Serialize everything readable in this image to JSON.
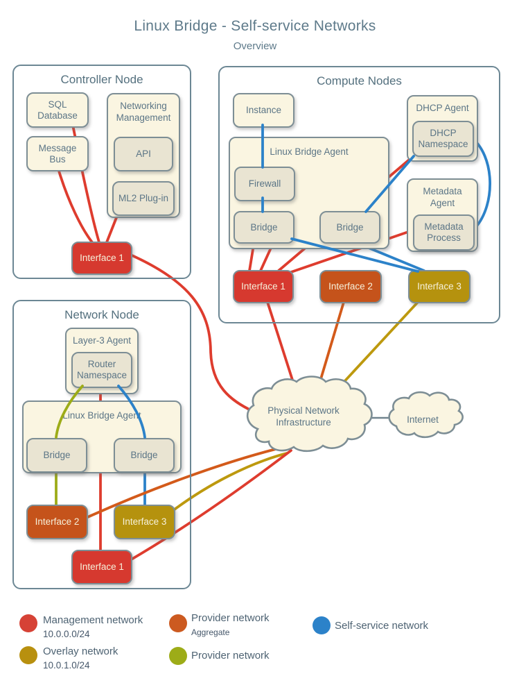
{
  "title": "Linux Bridge - Self-service Networks",
  "subtitle": "Overview",
  "controller": {
    "title": "Controller Node",
    "sql_database": "SQL\nDatabase",
    "message_bus": "Message\nBus",
    "networking_management": "Networking\nManagement",
    "api": "API",
    "ml2_plugin": "ML2 Plug-in",
    "interface1": "Interface 1"
  },
  "compute": {
    "title": "Compute Nodes",
    "instance": "Instance",
    "linux_bridge_agent": "Linux Bridge Agent",
    "firewall": "Firewall",
    "bridge_left": "Bridge",
    "bridge_right": "Bridge",
    "dhcp_agent": "DHCP Agent",
    "dhcp_namespace": "DHCP\nNamespace",
    "metadata_agent": "Metadata\nAgent",
    "metadata_process": "Metadata\nProcess",
    "interface1": "Interface 1",
    "interface2": "Interface 2",
    "interface3": "Interface 3"
  },
  "network": {
    "title": "Network Node",
    "layer3_agent": "Layer-3 Agent",
    "router_namespace": "Router\nNamespace",
    "linux_bridge_agent": "Linux Bridge Agent",
    "bridge_left": "Bridge",
    "bridge_right": "Bridge",
    "interface1": "Interface 1",
    "interface2": "Interface 2",
    "interface3": "Interface 3"
  },
  "clouds": {
    "physical": "Physical Network\nInfrastructure",
    "internet": "Internet"
  },
  "legend": [
    {
      "label": "Management network",
      "sub": "10.0.0.0/24",
      "color": "#d64236"
    },
    {
      "label": "Provider network",
      "sub": "Aggregate",
      "color": "#cc5a20"
    },
    {
      "label": "Self-service network",
      "sub": "",
      "color": "#2c82c9"
    },
    {
      "label": "Overlay network",
      "sub": "10.0.1.0/24",
      "color": "#b8900f"
    },
    {
      "label": "Provider network",
      "sub": "",
      "color": "#9dac18"
    }
  ],
  "colors": {
    "management_line": "#de3c2e",
    "provider_aggregate_line": "#d35a1a",
    "self_service_line": "#2c82c9",
    "overlay_line": "#bd990e",
    "provider_line": "#9dac18",
    "box_cream": "#faf5e1",
    "box_tan": "#e9e4d2",
    "box_border": "#7d8e95",
    "group_border": "#6c8794",
    "text_slate": "#5b7586"
  }
}
